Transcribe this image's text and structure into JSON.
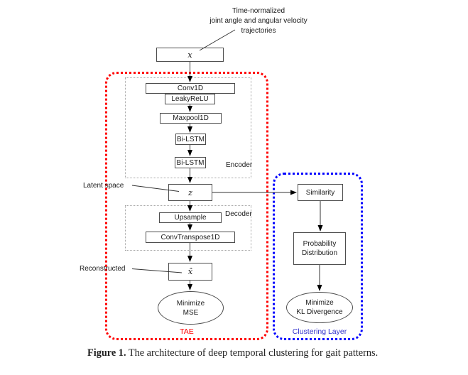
{
  "figure": {
    "annotation": {
      "line1": "Time-normalized",
      "line2": "joint angle and angular velocity",
      "line3": "trajectories"
    },
    "nodes": {
      "input": "x",
      "latent": "z",
      "reconstructed": "x̂"
    },
    "tae": {
      "label": "TAE",
      "border_color": "#FF0000",
      "encoder": {
        "label": "Encoder",
        "layers": [
          "Conv1D",
          "LeakyReLU",
          "Maxpool1D",
          "Bi-LSTM",
          "Bi-LSTM"
        ]
      },
      "latent_label": "Latent space",
      "decoder": {
        "label": "Decoder",
        "layers": [
          "Upsample",
          "ConvTranspose1D"
        ]
      },
      "reconstructed_label": "Reconstructed",
      "loss": {
        "line1": "Minimize",
        "line2": "MSE"
      }
    },
    "clustering": {
      "label": "Clustering Layer",
      "border_color": "#0000FF",
      "label_color": "#3333CC",
      "similarity": "Similarity",
      "probability": {
        "line1": "Probability",
        "line2": "Distribution"
      },
      "loss": {
        "line1": "Minimize",
        "line2": "KL Divergence"
      }
    },
    "caption": {
      "label": "Figure 1.",
      "text": "The architecture of deep temporal clustering for gait patterns."
    }
  }
}
